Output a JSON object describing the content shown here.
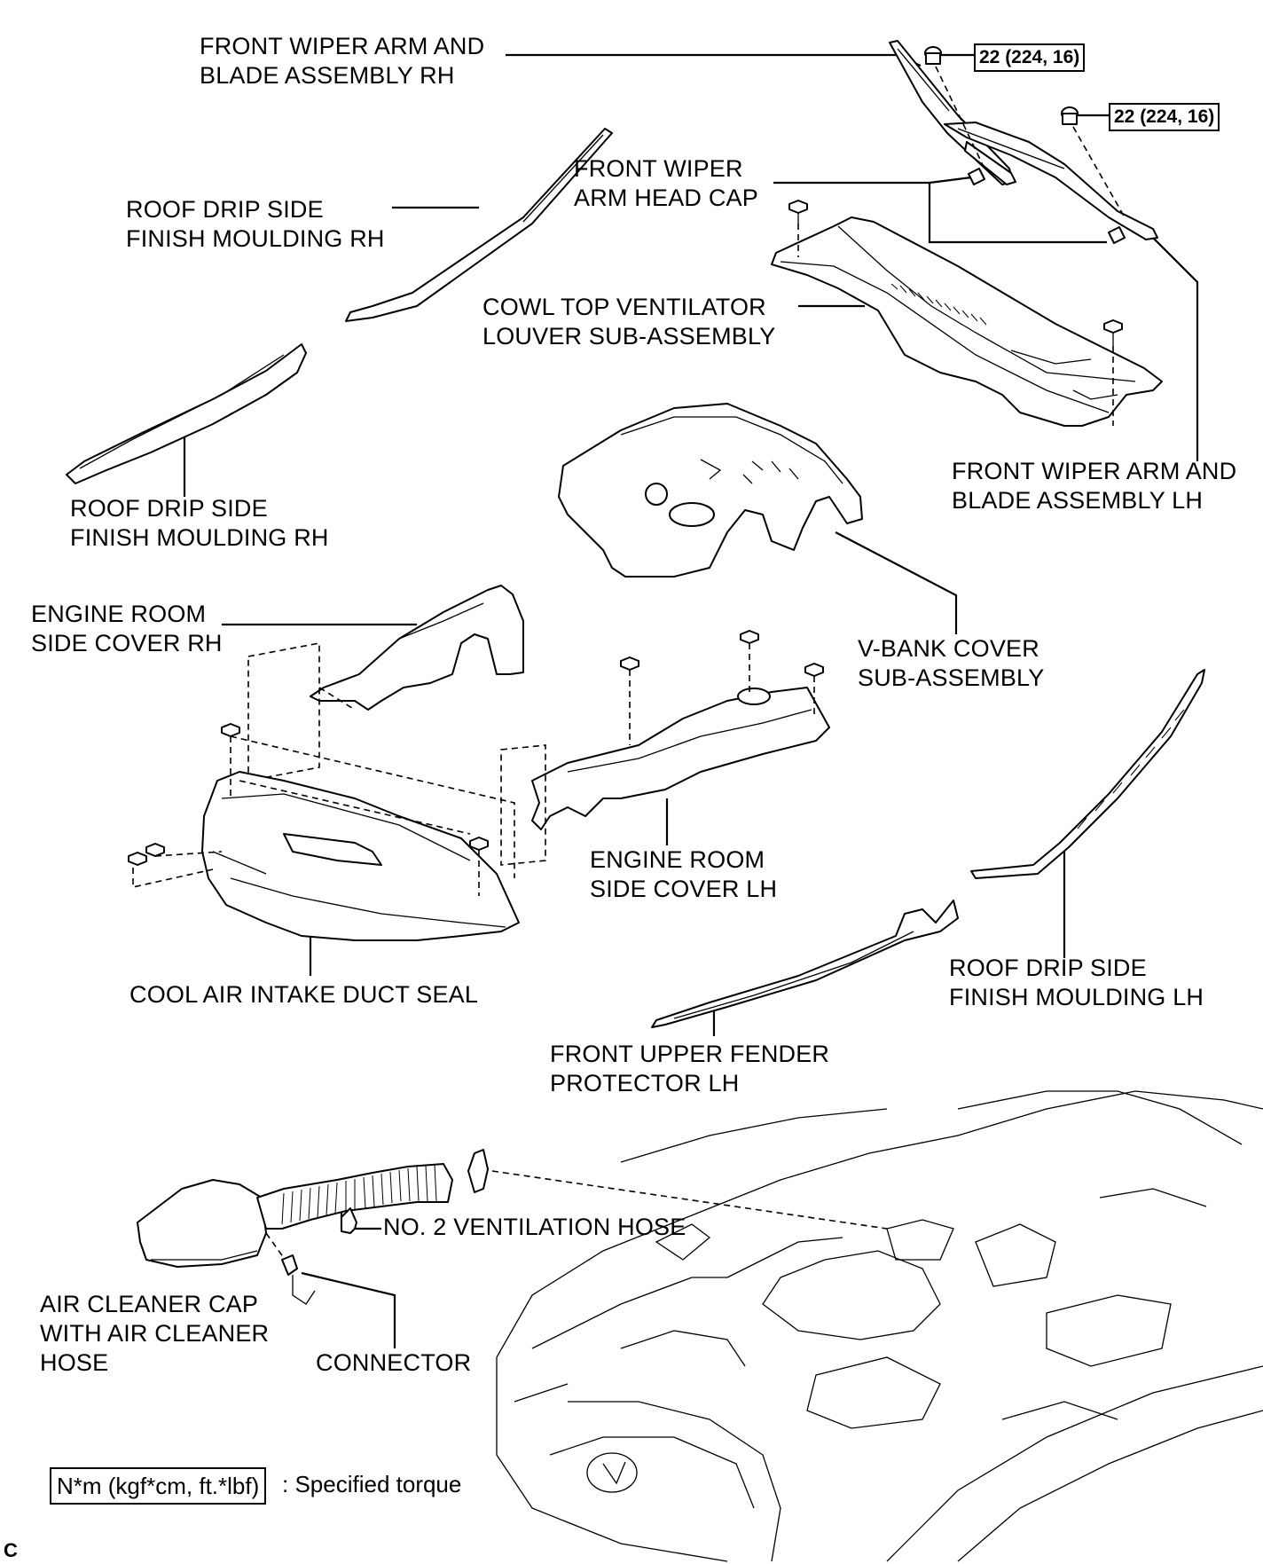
{
  "labels": {
    "wiper_rh": [
      "FRONT WIPER ARM AND",
      "BLADE ASSEMBLY RH"
    ],
    "roof_rh_upper": [
      "ROOF DRIP SIDE",
      "FINISH MOULDING RH"
    ],
    "head_cap": [
      "FRONT WIPER",
      "ARM HEAD CAP"
    ],
    "cowl": [
      "COWL TOP VENTILATOR",
      "LOUVER SUB-ASSEMBLY"
    ],
    "roof_rh_lower": [
      "ROOF DRIP SIDE",
      "FINISH MOULDING RH"
    ],
    "wiper_lh": [
      "FRONT WIPER ARM AND",
      "BLADE ASSEMBLY LH"
    ],
    "side_cover_rh": [
      "ENGINE ROOM",
      "SIDE COVER RH"
    ],
    "vbank": [
      "V-BANK COVER",
      "SUB-ASSEMBLY"
    ],
    "side_cover_lh": [
      "ENGINE ROOM",
      "SIDE COVER LH"
    ],
    "duct_seal": [
      "COOL AIR INTAKE DUCT SEAL"
    ],
    "roof_lh": [
      "ROOF DRIP SIDE",
      "FINISH MOULDING LH"
    ],
    "fender": [
      "FRONT UPPER FENDER",
      "PROTECTOR LH"
    ],
    "vent_hose": [
      "NO. 2 VENTILATION HOSE"
    ],
    "air_cleaner": [
      "AIR CLEANER CAP",
      "WITH AIR CLEANER",
      "HOSE"
    ],
    "connector": [
      "CONNECTOR"
    ]
  },
  "torque": {
    "rh": "22 (224, 16)",
    "lh": "22 (224, 16)"
  },
  "legend": {
    "box": "N*m (kgf*cm, ft.*lbf)",
    "text": ": Specified torque"
  },
  "corner_mark": "C"
}
